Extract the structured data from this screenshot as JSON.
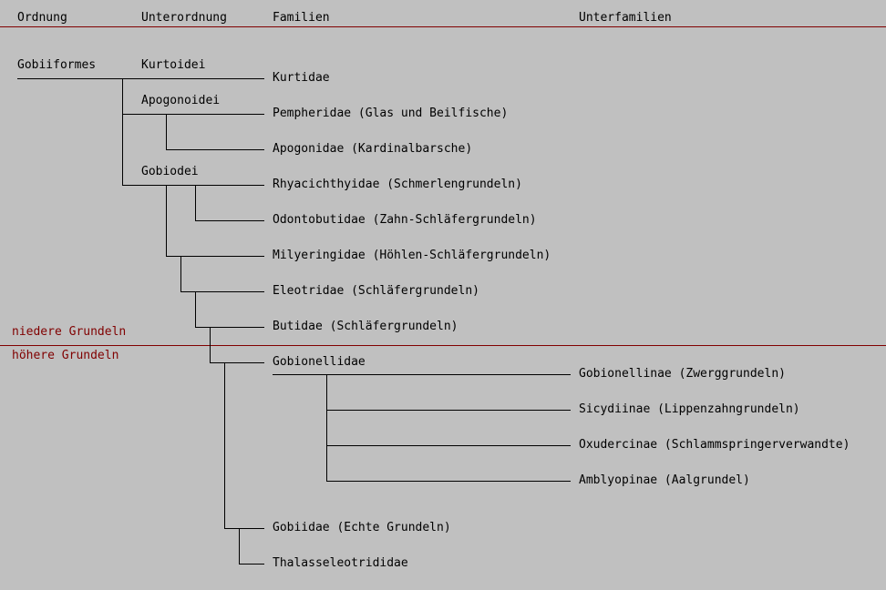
{
  "headers": {
    "ordnung": "Ordnung",
    "unterordnung": "Unterordnung",
    "familien": "Familien",
    "unterfamilien": "Unterfamilien"
  },
  "colors": {
    "divider": "#800000",
    "background": "#c0c0c0",
    "lines": "#000000"
  },
  "groups": {
    "lower": "niedere Grundeln",
    "higher": "höhere Grundeln"
  },
  "order": "Gobiiformes",
  "suborders": [
    "Kurtoidei",
    "Apogonoidei",
    "Gobiodei"
  ],
  "families": [
    "Kurtidae",
    "Pempheridae (Glas und Beilfische)",
    "Apogonidae (Kardinalbarsche)",
    "Rhyacichthyidae (Schmerlengrundeln)",
    "Odontobutidae (Zahn-Schläfergrundeln)",
    "Milyeringidae (Höhlen-Schläfergrundeln)",
    "Eleotridae (Schläfergrundeln)",
    "Butidae (Schläfergrundeln)",
    "Gobionellidae",
    "Gobiidae (Echte Grundeln)",
    "Thalasseleotrididae"
  ],
  "subfamilies": [
    "Gobionellinae (Zwerggrundeln)",
    "Sicydiinae (Lippenzahngrundeln)",
    "Oxudercinae (Schlammspringerverwandte)",
    "Amblyopinae (Aalgrundel)"
  ]
}
